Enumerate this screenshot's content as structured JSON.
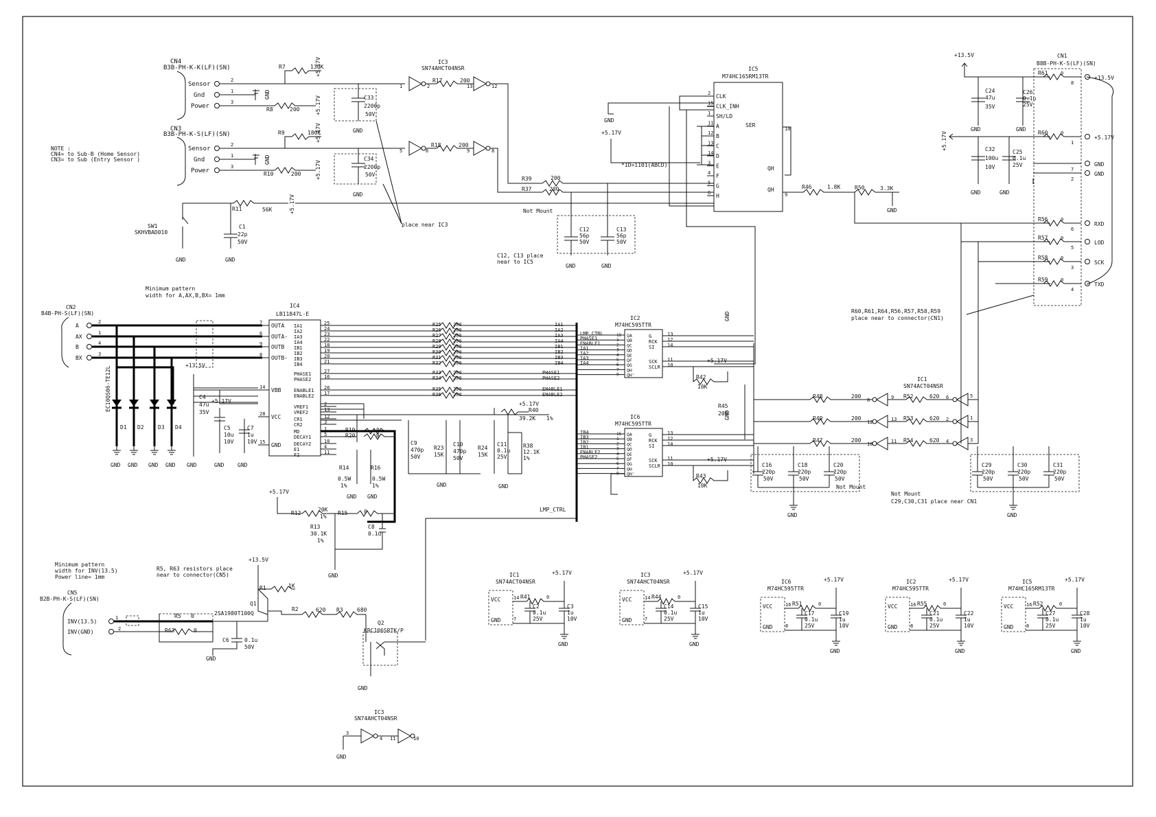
{
  "schematic": {
    "cn4": {
      "ref": "CN4",
      "part": "B3B-PH-K-K(LF)(SN)",
      "pins": [
        {
          "name": "Sensor",
          "num": "2"
        },
        {
          "name": "Gnd",
          "num": "1"
        },
        {
          "name": "Power",
          "num": "3"
        }
      ]
    },
    "cn3": {
      "ref": "CN3",
      "part": "B3B-PH-K-S(LF)(SN)",
      "pins": [
        {
          "name": "Sensor",
          "num": "2"
        },
        {
          "name": "Gnd",
          "num": "1"
        },
        {
          "name": "Power",
          "num": "3"
        }
      ]
    },
    "note": [
      "NOTE :",
      "CN4= to Sub-B (Home Sensor)",
      "CN3= to Sub (Entry Sensor )"
    ],
    "top_parts": {
      "r7": [
        "R7",
        "130K"
      ],
      "r8": [
        "R8",
        "200"
      ],
      "r9": [
        "R9",
        "180K"
      ],
      "r10": [
        "R10",
        "200"
      ],
      "r11": [
        "R11",
        "56K"
      ],
      "r17": [
        "R17",
        "200"
      ],
      "r18": [
        "R18",
        "200"
      ],
      "r39": [
        "R39",
        "200"
      ],
      "r37": [
        "R37",
        "200"
      ],
      "r46": [
        "R46",
        "1.8K"
      ],
      "r50": [
        "R50",
        "3.3K"
      ],
      "c33": [
        "C33",
        "2200p",
        "50V"
      ],
      "c34": [
        "C34",
        "2200p",
        "50V"
      ],
      "c1": [
        "C1",
        "22p",
        "50V"
      ],
      "c12": [
        "C12",
        "56p",
        "50V"
      ],
      "c13": [
        "C13",
        "56p",
        "50V"
      ],
      "sw1": [
        "SW1",
        "SKHVBAD010"
      ]
    },
    "ic3_top": {
      "ref": "IC3",
      "part": "SN74AHCT04NSR",
      "pins": [
        "1",
        "2",
        "13",
        "12",
        "5",
        "6",
        "9",
        "8"
      ]
    },
    "ic5": {
      "ref": "IC5",
      "part": "M74HC165RM13TR",
      "left_pins": [
        {
          "num": "2",
          "name": "CLK"
        },
        {
          "num": "15",
          "name": "CLK_INH"
        },
        {
          "num": "1",
          "name": "SH/LD"
        },
        {
          "num": "11",
          "name": "A"
        },
        {
          "num": "12",
          "name": "B"
        },
        {
          "num": "13",
          "name": "C"
        },
        {
          "num": "14",
          "name": "D"
        },
        {
          "num": "3",
          "name": "E"
        },
        {
          "num": "4",
          "name": "F"
        },
        {
          "num": "5",
          "name": "G"
        },
        {
          "num": "6",
          "name": "H"
        }
      ],
      "right_pins": [
        {
          "num": "10",
          "name": "SER"
        },
        {
          "num": "7",
          "name": "QH"
        },
        {
          "num": "9",
          "name": "QH"
        }
      ],
      "id_note": "*ID=1101(ABCD)"
    },
    "cn1": {
      "ref": "CN1",
      "part": "B8B-PH-K-S(LF)(SN)",
      "rows": [
        {
          "res": "R61",
          "val": "0",
          "pin": "8",
          "net": "+13.5V"
        },
        {
          "res": "R60",
          "val": "0",
          "pin": "1",
          "net": "+5.17V"
        },
        {
          "res": "",
          "val": "",
          "pin": "7",
          "net": "GND"
        },
        {
          "res": "",
          "val": "",
          "pin": "2",
          "net": "GND"
        },
        {
          "res": "R56",
          "val": "0",
          "pin": "6",
          "net": "RXD"
        },
        {
          "res": "R57",
          "val": "0",
          "pin": "5",
          "net": "LOD"
        },
        {
          "res": "R58",
          "val": "0",
          "pin": "3",
          "net": "SCK"
        },
        {
          "res": "R59",
          "val": "0",
          "pin": "4",
          "net": "TXD"
        }
      ]
    },
    "pwr_caps": {
      "c24": [
        "C24",
        "47u",
        "35V"
      ],
      "c26": [
        "C26",
        "0.1u",
        "25V"
      ],
      "c32": [
        "C32",
        "100u",
        "10V"
      ],
      "c25": [
        "C25",
        "0.1u",
        "25V"
      ]
    },
    "cn1_note": [
      "R60,R61,R64,R56,R57,R58,R59",
      "place near to connector(CN1)"
    ],
    "cn2": {
      "ref": "CN2",
      "part": "B4B-PH-S(LF)(SN)",
      "pins": [
        {
          "name": "A",
          "num": "2"
        },
        {
          "name": "AX",
          "num": "1"
        },
        {
          "name": "B",
          "num": "4"
        },
        {
          "name": "BX",
          "num": "3"
        }
      ]
    },
    "min_pattern_1": [
      "Minimum pattern",
      "width for A,AX,B,BX= 1mm"
    ],
    "diode_part": "EC10QS06-TE12L",
    "diodes": [
      "D1",
      "D2",
      "D3",
      "D4"
    ],
    "c4": [
      "C4",
      "47u",
      "35V"
    ],
    "c5": [
      "C5",
      "10u",
      "10V"
    ],
    "c7": [
      "C7",
      "1u",
      "10V"
    ],
    "ic4": {
      "ref": "IC4",
      "part": "LB11847L-E",
      "left_pins": [
        {
          "num": "7",
          "name": "OUTA"
        },
        {
          "num": "6",
          "name": "OUTA-"
        },
        {
          "num": "9",
          "name": "OUTB"
        },
        {
          "num": "8",
          "name": "OUTB-"
        },
        {
          "num": "14",
          "name": "VBB"
        },
        {
          "num": "28",
          "name": "VCC"
        },
        {
          "num": "15",
          "name": "GND"
        }
      ],
      "right_pins": [
        {
          "num": "25",
          "name": "IA1"
        },
        {
          "num": "24",
          "name": "IA2"
        },
        {
          "num": "23",
          "name": "IA3"
        },
        {
          "num": "22",
          "name": "IA4"
        },
        {
          "num": "18",
          "name": "IB1"
        },
        {
          "num": "19",
          "name": "IB2"
        },
        {
          "num": "20",
          "name": "IB3"
        },
        {
          "num": "21",
          "name": "IB4"
        },
        {
          "num": "27",
          "name": "PHASE1"
        },
        {
          "num": "16",
          "name": "PHASE2"
        },
        {
          "num": "26",
          "name": "ENABLE1"
        },
        {
          "num": "17",
          "name": "ENABLE2"
        },
        {
          "num": "2",
          "name": "VREF1"
        },
        {
          "num": "13",
          "name": "VREF2"
        },
        {
          "num": "12",
          "name": "CR1"
        },
        {
          "num": "3",
          "name": "CR2"
        },
        {
          "num": "1",
          "name": "MD"
        },
        {
          "num": "5",
          "name": "DECAY1"
        },
        {
          "num": "10",
          "name": "DECAY2"
        },
        {
          "num": "4",
          "name": "E1"
        },
        {
          "num": "11",
          "name": "F2"
        }
      ]
    },
    "bus_res": [
      {
        "ref": "R25",
        "val": "200",
        "net": "IA1"
      },
      {
        "ref": "R26",
        "val": "200",
        "net": "IA2"
      },
      {
        "ref": "R27",
        "val": "200",
        "net": "IA3"
      },
      {
        "ref": "R28",
        "val": "200",
        "net": "IA4"
      },
      {
        "ref": "R29",
        "val": "200",
        "net": "IB1"
      },
      {
        "ref": "R30",
        "val": "200",
        "net": "IB2"
      },
      {
        "ref": "R31",
        "val": "200",
        "net": "IB3"
      },
      {
        "ref": "R32",
        "val": "200",
        "net": "IB4"
      },
      {
        "ref": "R33",
        "val": "200",
        "net": "PHASE1"
      },
      {
        "ref": "R34",
        "val": "200",
        "net": "PHASE2"
      },
      {
        "ref": "R35",
        "val": "200",
        "net": "ENABLE1"
      },
      {
        "ref": "R36",
        "val": "200",
        "net": "ENABLE2"
      }
    ],
    "vref_parts": {
      "r40": [
        "R40",
        "39.2K",
        "1%"
      ],
      "r19": [
        "R19",
        "0"
      ],
      "r20": [
        "R20",
        "0"
      ],
      "c9": [
        "C9",
        "470p",
        "50V"
      ],
      "r23": [
        "R23",
        "15K"
      ],
      "c10": [
        "C10",
        "470p",
        "50V"
      ],
      "r24": [
        "R24",
        "15K"
      ],
      "c11": [
        "C11",
        "0.1u",
        "25V"
      ],
      "r38": [
        "R38",
        "12.1K",
        "1%"
      ],
      "r14": [
        "R14",
        "0.5W",
        "1%"
      ],
      "r16": [
        "R16",
        "0.5W",
        "1%"
      ],
      "r12": [
        "R12",
        "20K",
        "1%"
      ],
      "r15": [
        "R15",
        "0"
      ],
      "r13": [
        "R13",
        "30.1K",
        "1%"
      ],
      "c8": [
        "C8",
        "0.1u"
      ]
    },
    "ic2": {
      "ref": "IC2",
      "part": "M74HC595TTR",
      "in_labels": [
        "LMP_CTRL",
        "PHASE1",
        "ENABLE1",
        "IA1",
        "IA2",
        "IA3",
        "IA4"
      ],
      "pins_left": [
        {
          "num": "15",
          "name": "QA"
        },
        {
          "num": "1",
          "name": "QB"
        },
        {
          "num": "2",
          "name": "QC"
        },
        {
          "num": "3",
          "name": "QD"
        },
        {
          "num": "4",
          "name": "QE"
        },
        {
          "num": "5",
          "name": "QF"
        },
        {
          "num": "6",
          "name": "QG"
        },
        {
          "num": "7",
          "name": "QH"
        },
        {
          "num": "9",
          "name": "QH'"
        }
      ],
      "pins_right": [
        {
          "num": "13",
          "name": "G"
        },
        {
          "num": "12",
          "name": "RCK"
        },
        {
          "num": "14",
          "name": "SI"
        },
        {
          "num": "11",
          "name": "SCK"
        },
        {
          "num": "10",
          "name": "SCLR"
        }
      ],
      "r42": [
        "R42",
        "10K"
      ]
    },
    "ic6": {
      "ref": "IC6",
      "part": "M74HC595TTR",
      "in_labels": [
        "IB4",
        "IB3",
        "IB2",
        "IB1",
        "ENABLE2",
        "PHASE2"
      ],
      "pins_left": [
        {
          "num": "15",
          "name": "QA"
        },
        {
          "num": "1",
          "name": "QB"
        },
        {
          "num": "2",
          "name": "QC"
        },
        {
          "num": "3",
          "name": "QD"
        },
        {
          "num": "4",
          "name": "QE"
        },
        {
          "num": "5",
          "name": "QF"
        },
        {
          "num": "6",
          "name": "QG"
        },
        {
          "num": "7",
          "name": "QH"
        },
        {
          "num": "9",
          "name": "QH'"
        }
      ],
      "pins_right": [
        {
          "num": "13",
          "name": "G"
        },
        {
          "num": "12",
          "name": "RCK"
        },
        {
          "num": "14",
          "name": "SI"
        },
        {
          "num": "11",
          "name": "SCK"
        },
        {
          "num": "10",
          "name": "SCLR"
        }
      ],
      "r43": [
        "R43",
        "10K"
      ]
    },
    "bus_label_phase": [
      "PHASE1",
      "PHASE2",
      "ENABLE1",
      "ENABLE2"
    ],
    "r45": [
      "R45",
      "200"
    ],
    "ic1_top": {
      "ref": "IC1",
      "part": "SN74ACT04NSR",
      "rows": [
        {
          "res": "R48",
          "val": "200",
          "in": "8",
          "out": "9",
          "res2": "R52",
          "val2": "620",
          "pin": "6",
          "cn": "5"
        },
        {
          "res": "R49",
          "val": "200",
          "in": "12",
          "out": "13",
          "res2": "R53",
          "val2": "620",
          "pin": "2",
          "cn": "1"
        },
        {
          "res": "R47",
          "val": "200",
          "in": "10",
          "out": "11",
          "res2": "R54",
          "val2": "620",
          "pin": "4",
          "cn": "3"
        }
      ]
    },
    "caps_nm1": {
      "c16": [
        "C16",
        "220p",
        "50V"
      ],
      "c18": [
        "C18",
        "220p",
        "50V"
      ],
      "c20": [
        "C20",
        "220p",
        "50V"
      ]
    },
    "caps_nm2": {
      "c29": [
        "C29",
        "220p",
        "50V"
      ],
      "c30": [
        "C30",
        "220p",
        "50V"
      ],
      "c31": [
        "C31",
        "220p",
        "50V"
      ]
    },
    "nm_note": [
      "Not Mount",
      "C29,C30,C31 place near CN1"
    ],
    "lmp_ctrl": "LMP_CTRL",
    "cn5": {
      "ref": "CN5",
      "part": "B2B-PH-K-S(LF)(SN)",
      "pins": [
        {
          "name": "INV(13.5)",
          "num": "1"
        },
        {
          "name": "INV(GND)",
          "num": "2"
        }
      ]
    },
    "min_pattern_2": [
      "Minimum pattern",
      "width for INV(13.5)",
      "Power line= 1mm"
    ],
    "r5_note": [
      "R5, R63 resistors place",
      "near to connector(CN5)"
    ],
    "inv_parts": {
      "r5": [
        "R5",
        "0"
      ],
      "r63": [
        "R63",
        "0"
      ],
      "c6": [
        "C6",
        "0.1u",
        "50V"
      ],
      "q1": [
        "Q1",
        "2SA1980T100Q"
      ],
      "r1": [
        "R1",
        "1K"
      ],
      "r2": [
        "R2",
        "620"
      ],
      "r3": [
        "R3",
        "680"
      ],
      "q2": [
        "Q2",
        "KRC106SRTK/P"
      ]
    },
    "ic3_bottom": {
      "ref": "IC3",
      "part": "SN74AHCT04NSR",
      "pins": [
        "3",
        "4",
        "11",
        "10"
      ]
    },
    "bypass": [
      {
        "ref": "IC1",
        "part": "SN74ACT04NSR",
        "vcc": "14",
        "gnd": "7",
        "res": "R41",
        "rv": "0",
        "c1": [
          "C2",
          "0.1u",
          "25V"
        ],
        "c2": [
          "C3",
          "1u",
          "10V"
        ]
      },
      {
        "ref": "IC3",
        "part": "SN74AHCT04NSR",
        "vcc": "14",
        "gnd": "7",
        "res": "R44",
        "rv": "0",
        "c1": [
          "C14",
          "0.1u",
          "25V"
        ],
        "c2": [
          "C15",
          "1u",
          "10V"
        ]
      },
      {
        "ref": "IC6",
        "part": "M74HC595TTR",
        "vcc": "16",
        "gnd": "8",
        "res": "R51",
        "rv": "0",
        "c1": [
          "C17",
          "0.1u",
          "25V"
        ],
        "c2": [
          "C19",
          "1u",
          "10V"
        ]
      },
      {
        "ref": "IC2",
        "part": "M74HC595TTR",
        "vcc": "16",
        "gnd": "8",
        "res": "R55",
        "rv": "0",
        "c1": [
          "C21",
          "0.1u",
          "25V"
        ],
        "c2": [
          "C22",
          "1u",
          "10V"
        ]
      },
      {
        "ref": "IC5",
        "part": "M74HC165RM13TR",
        "vcc": "16",
        "gnd": "8",
        "res": "R52",
        "rv": "0",
        "c1": [
          "C27",
          "0.1u",
          "25V"
        ],
        "c2": [
          "C28",
          "1u",
          "10V"
        ]
      }
    ],
    "labels": {
      "gnd": "GND",
      "v517": "+5.17V",
      "v135": "+13.5V",
      "vcc": "VCC",
      "gnd_pin": "GND",
      "place_ic3": "place near IC3",
      "not_mount": "Not Mount",
      "c12_note_1": "C12, C13 place",
      "c12_note_2": "near to IC5",
      "ser": "SER",
      "qh": "QH",
      "qh2": "QH"
    }
  }
}
